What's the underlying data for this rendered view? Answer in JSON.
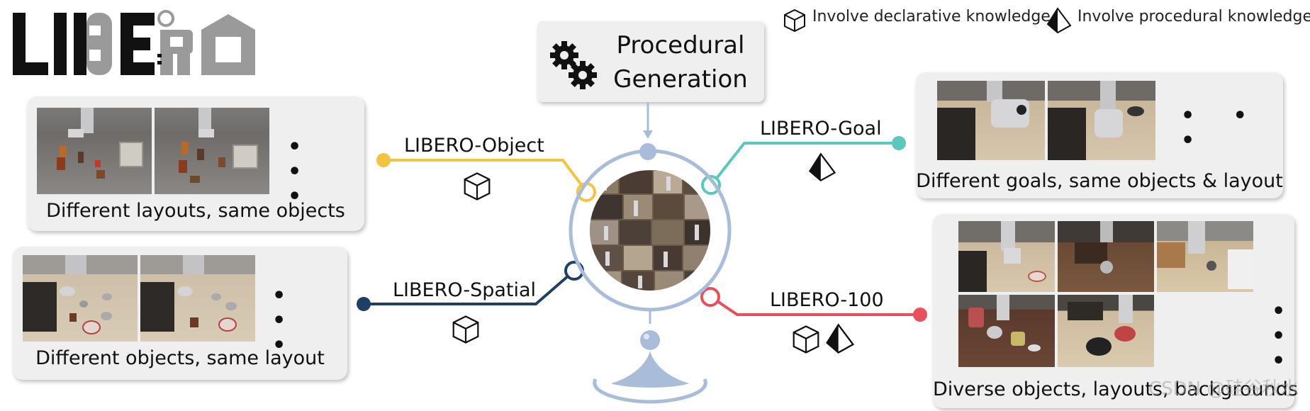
{
  "logo": {
    "text": "LIBERO"
  },
  "legend": {
    "declarative": "Involve declarative knowledge",
    "procedural": "Involve procedural knowledge"
  },
  "center": {
    "title_line1": "Procedural",
    "title_line2": "Generation"
  },
  "branches": {
    "object": {
      "label": "LIBERO-Object",
      "caption": "Different layouts, same objects",
      "color": "#f5c342"
    },
    "spatial": {
      "label": "LIBERO-Spatial",
      "caption": "Different objects, same layout",
      "color": "#1f3f66"
    },
    "goal": {
      "label": "LIBERO-Goal",
      "caption": "Different goals, same objects & layout",
      "color": "#5cc7bd"
    },
    "hundred": {
      "label": "LIBERO-100",
      "caption": "Diverse objects, layouts, backgrounds",
      "color": "#e8505b"
    }
  },
  "ellipsis": "• • •",
  "watermark": "CSDN @硅谷秋水"
}
